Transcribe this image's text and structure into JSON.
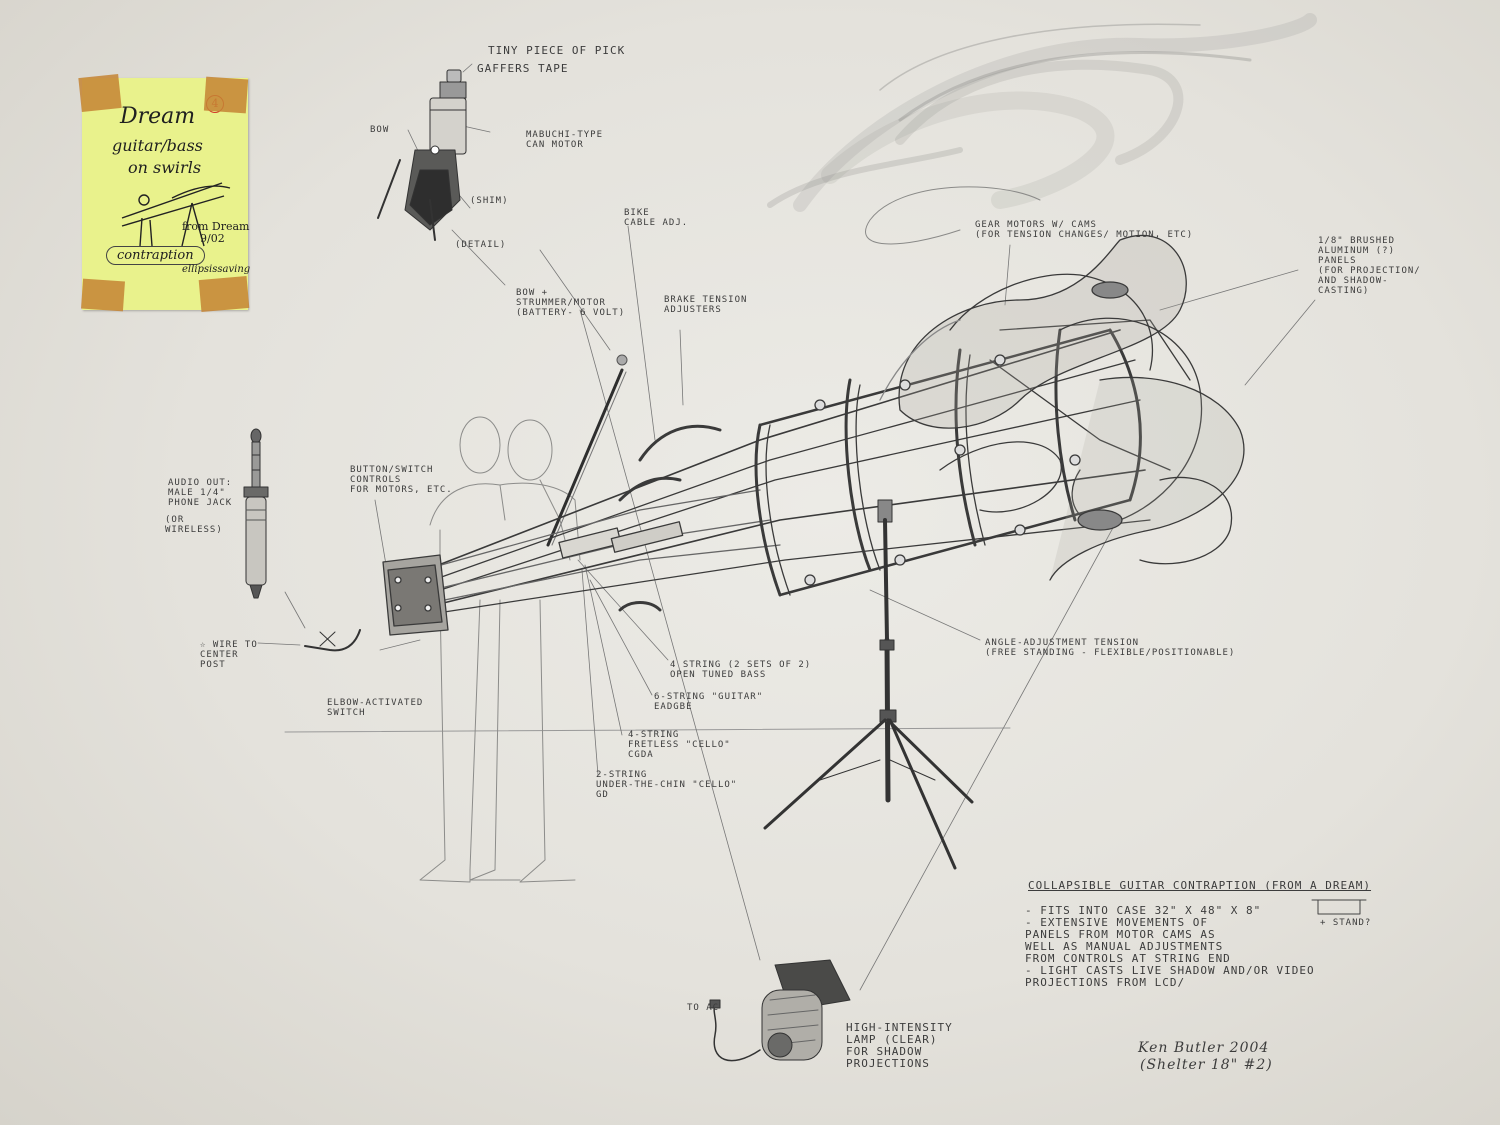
{
  "dream_note": {
    "title": "Dream",
    "number": "4",
    "lines": [
      "guitar/bass",
      "on swirls"
    ],
    "contraption": "contraption",
    "from_dream": "from Dream",
    "date": "9/02",
    "signature": "ellipsissaving"
  },
  "labels": {
    "tiny_pick": "Tiny piece of pick",
    "gaffers_tape": "Gaffers tape",
    "bow_top": "Bow",
    "mabuchi": [
      "Mabuchi-type",
      "can motor"
    ],
    "shim": "(Shim)",
    "detail": "(Detail)",
    "bow_strummer": [
      "Bow +",
      "strummer/motor",
      "(battery- 6 volt)"
    ],
    "bike_cable": [
      "Bike",
      "cable adj."
    ],
    "brake_tension": [
      "Brake tension",
      "adjusters"
    ],
    "gear_motors": [
      "Gear motors w/ cams",
      "(for tension changes/ motion, etc)"
    ],
    "brushed_panels": [
      "1/8\" brushed",
      "aluminum (?)",
      "panels",
      "(for projection/",
      "and shadow-",
      "casting)"
    ],
    "audio_out": [
      "Audio out:",
      "male 1/4\"",
      "phone jack"
    ],
    "or_wireless": [
      "(or",
      "wireless)"
    ],
    "button_switch": [
      "Button/switch",
      "controls",
      "for motors, etc."
    ],
    "wire_to_post": [
      "☆ wire to",
      "center",
      "post"
    ],
    "elbow_switch": [
      "Elbow-activated",
      "switch"
    ],
    "four_string_open": [
      "4 string (2 sets of 2)",
      "open tuned bass"
    ],
    "six_string": [
      "6-string \"guitar\"",
      "EADGBE"
    ],
    "four_string_cello": [
      "4-string",
      "fretless \"cello\"",
      "CGDA"
    ],
    "two_string": [
      "2-string",
      "under-the-chin \"cello\"",
      "GD"
    ],
    "angle_adjust": [
      "Angle-adjustment tension",
      "(free standing - flexible/positionable)"
    ],
    "to_ac": "To AC",
    "lamp": [
      "High-intensity",
      "lamp (clear)",
      "for shadow",
      "projections"
    ],
    "stand": "+ stand?"
  },
  "description": {
    "title": "Collapsible guitar contraption  (from a dream)",
    "items": [
      "- Fits into case  32\" x 48\" x 8\"",
      "- Extensive movements of",
      "  panels from motor cams as",
      "  well as manual adjustments",
      "  from controls at string end",
      "- Light casts live shadow and/or video",
      "  projections from LCD/"
    ]
  },
  "credit": [
    "Ken Butler 2004",
    "(Shelter 18\" #2)"
  ],
  "colors": {
    "paper": "#e8e6e0",
    "pencil": "#3c3c3c",
    "sticky_note": "#e9f28c",
    "tape": "#c48434",
    "note_marker": "#d33b2a"
  }
}
